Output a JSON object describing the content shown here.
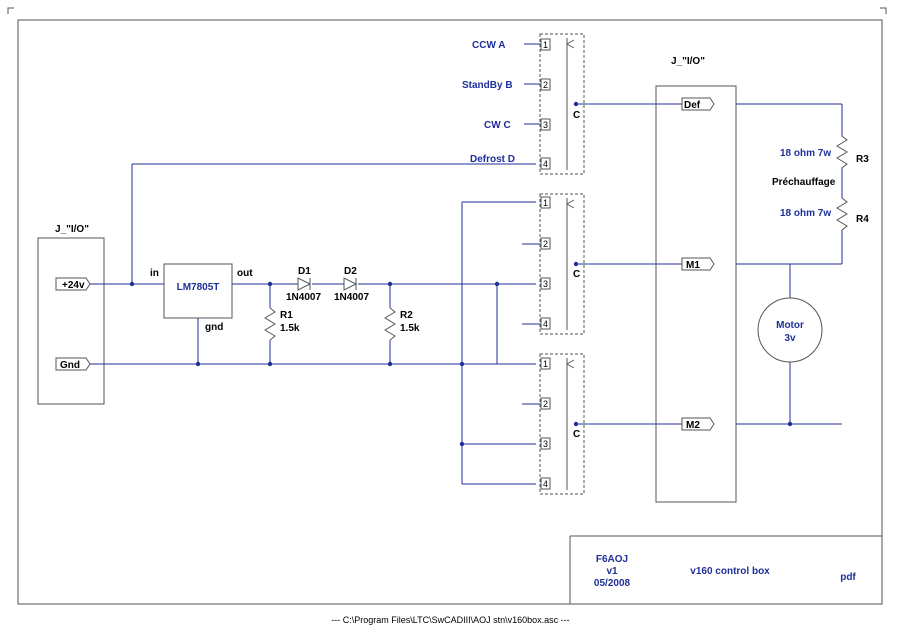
{
  "labels": {
    "connector_left": "J_\"I/O\"",
    "connector_right": "J_\"I/O\"",
    "net_24v": "+24v",
    "net_gnd": "Gnd",
    "regulator": "LM7805T",
    "reg_in": "in",
    "reg_out": "out",
    "reg_gnd": "gnd",
    "d1_ref": "D1",
    "d1_val": "1N4007",
    "d2_ref": "D2",
    "d2_val": "1N4007",
    "r1_ref": "R1",
    "r1_val": "1.5k",
    "r2_ref": "R2",
    "r2_val": "1.5k",
    "sw_ccw": "CCW A",
    "sw_standby": "StandBy B",
    "sw_cw": "CW C",
    "sw_defrost": "Defrost D",
    "pin1": "1",
    "pin2": "2",
    "pin3": "3",
    "pin4": "4",
    "common": "C",
    "def": "Def",
    "m1": "M1",
    "m2": "M2",
    "r3_val": "18 ohm 7w",
    "r3_ref": "R3",
    "r4_val": "18 ohm 7w",
    "r4_ref": "R4",
    "prechauffage": "Préchauffage",
    "motor": "Motor",
    "motor_v": "3v"
  },
  "title_block": {
    "author": "F6AOJ",
    "version": "v1",
    "date": "05/2008",
    "title": "v160 control box",
    "format": "pdf"
  },
  "footer": "--- C:\\Program Files\\LTC\\SwCADIII\\AOJ stn\\v160box.asc ---",
  "colors": {
    "wire": "#1f2f9a",
    "component": "#555555"
  }
}
